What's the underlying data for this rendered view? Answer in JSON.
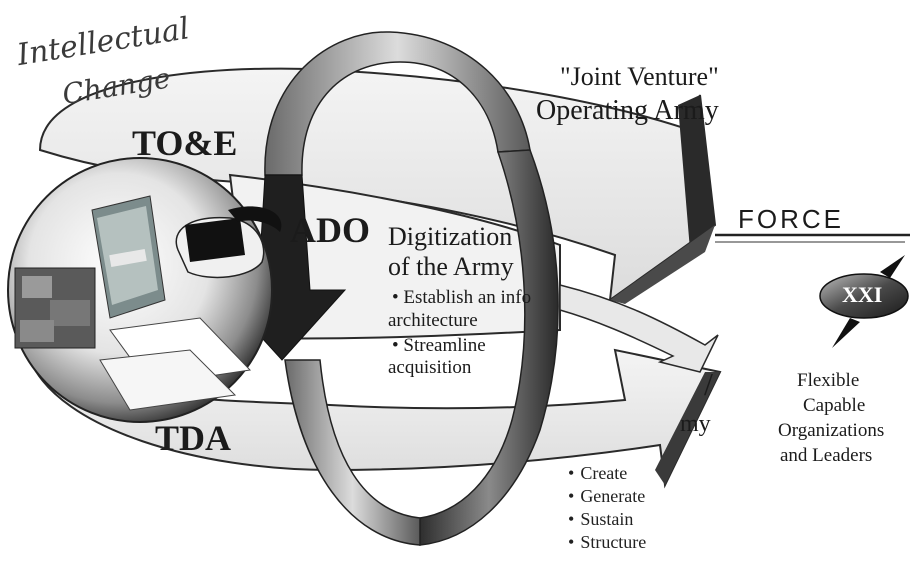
{
  "title": {
    "line1": "Intellectual",
    "line2": "Change"
  },
  "labels": {
    "toe": "TO&E",
    "tda": "TDA",
    "ado": "ADO",
    "my": "my",
    "slash": "/"
  },
  "joint_venture": {
    "line1": "\"Joint Venture\"",
    "line2": "Operating Army"
  },
  "digitization": {
    "line1": "Digitization",
    "line2": "of the Army",
    "bullets": [
      "Establish an info",
      "architecture",
      "Streamline",
      "acquisition"
    ]
  },
  "bottom_bullets": [
    "Create",
    "Generate",
    "Sustain",
    "Structure"
  ],
  "force_logo": {
    "word": "FORCE",
    "numeral": "XXI"
  },
  "outcome": {
    "line1": "Flexible",
    "line2": "Capable",
    "line3": "Organizations",
    "line4": "and Leaders"
  },
  "colors": {
    "ink": "#1b1b1b",
    "arrow_dark": "#2a2a2a",
    "arrow_light": "#e6e6e6",
    "sphere_dark": "#3a3a3a"
  }
}
